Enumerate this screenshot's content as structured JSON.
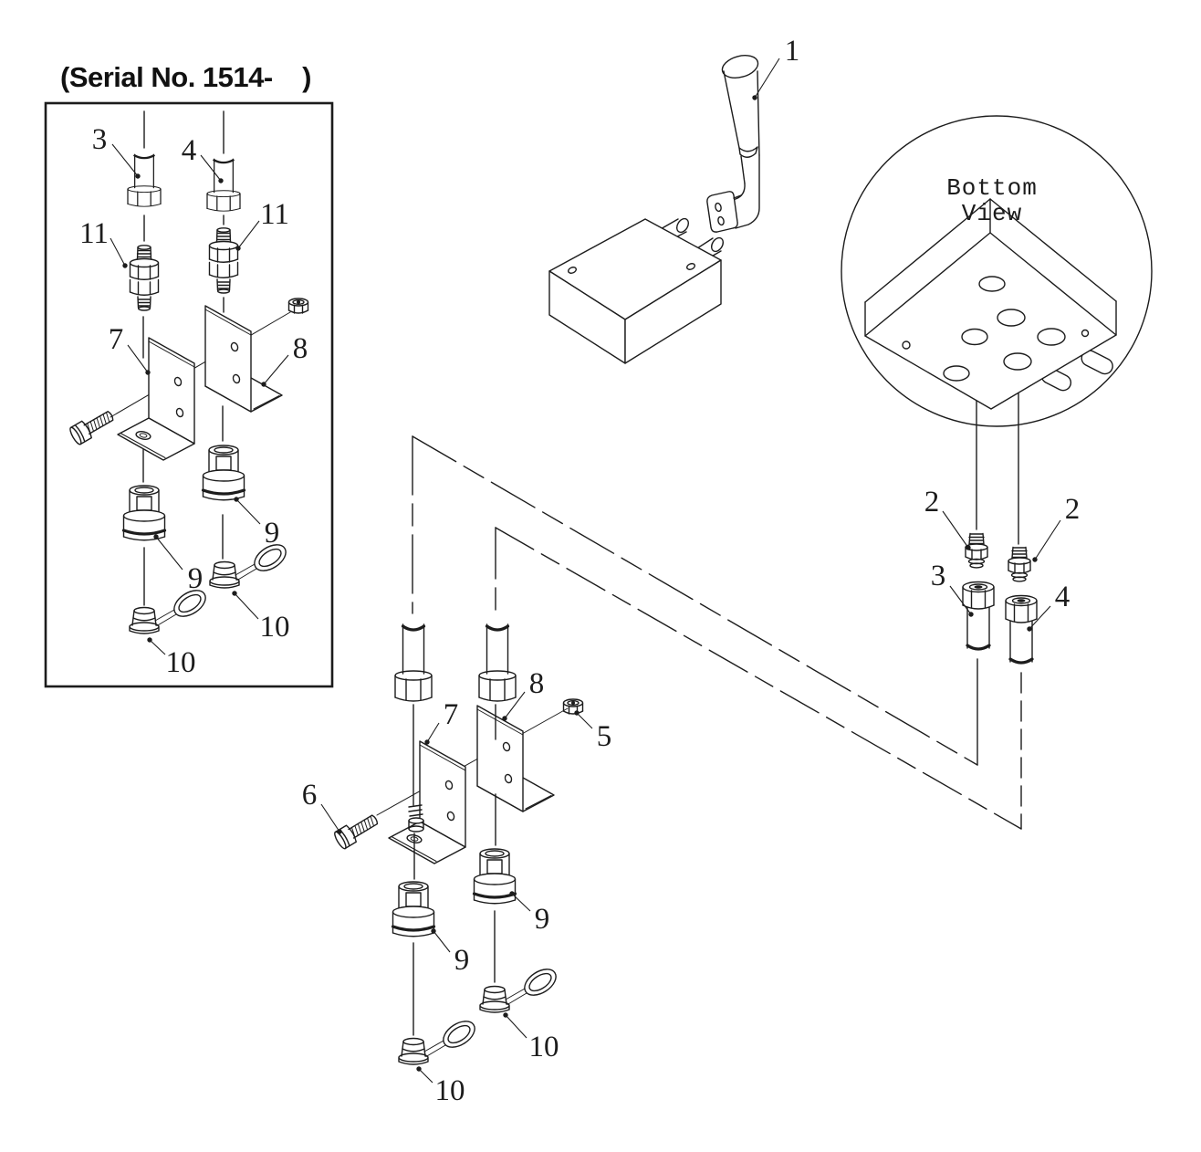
{
  "title": "(Serial No. 1514-    )",
  "bottom_view": {
    "line1": "Bottom",
    "line2": "View"
  },
  "callouts": {
    "inset": {
      "part3": "3",
      "part4": "4",
      "part11_left": "11",
      "part11_right": "11",
      "part7": "7",
      "part8": "8",
      "part9_right": "9",
      "part9_left": "9",
      "part10_right": "10",
      "part10_left": "10"
    },
    "main": {
      "part1": "1",
      "part2_left": "2",
      "part2_right": "2",
      "part3": "3",
      "part4": "4",
      "part5": "5",
      "part6": "6",
      "part7": "7",
      "part8": "8",
      "part9_right": "9",
      "part9_left": "9",
      "part10_right": "10",
      "part10_left": "10"
    }
  },
  "colors": {
    "line": "#1c1c1c",
    "background": "#ffffff"
  }
}
